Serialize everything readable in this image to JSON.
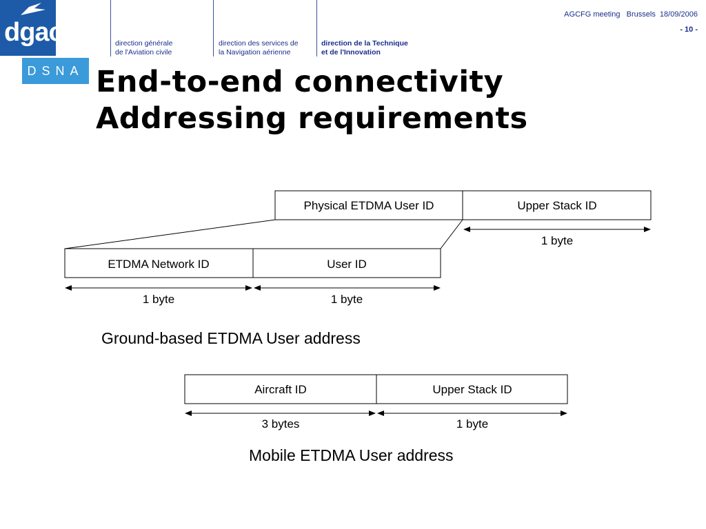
{
  "header": {
    "logo_text": "dgac",
    "dsna_text": "DSNA",
    "col1": [
      "direction générale",
      "de l'Aviation civile"
    ],
    "col2": [
      "direction des services de",
      "la Navigation aérienne"
    ],
    "col3": [
      "direction de la Technique",
      "et de l'Innovation"
    ],
    "meeting": "AGCFG meeting   Brussels  18/09/2006",
    "page": "- 10 -"
  },
  "title": {
    "line1": "End-to-end connectivity",
    "line2": "Addressing requirements"
  },
  "ground": {
    "top_fields": [
      "Physical ETDMA User ID",
      "Upper Stack ID"
    ],
    "top_sizes": [
      "1 byte"
    ],
    "bottom_fields": [
      "ETDMA Network ID",
      "User ID"
    ],
    "bottom_sizes": [
      "1 byte",
      "1 byte"
    ],
    "caption": "Ground-based ETDMA User address"
  },
  "mobile": {
    "fields": [
      "Aircraft ID",
      "Upper Stack ID"
    ],
    "sizes": [
      "3 bytes",
      "1 byte"
    ],
    "caption": "Mobile ETDMA User address"
  }
}
